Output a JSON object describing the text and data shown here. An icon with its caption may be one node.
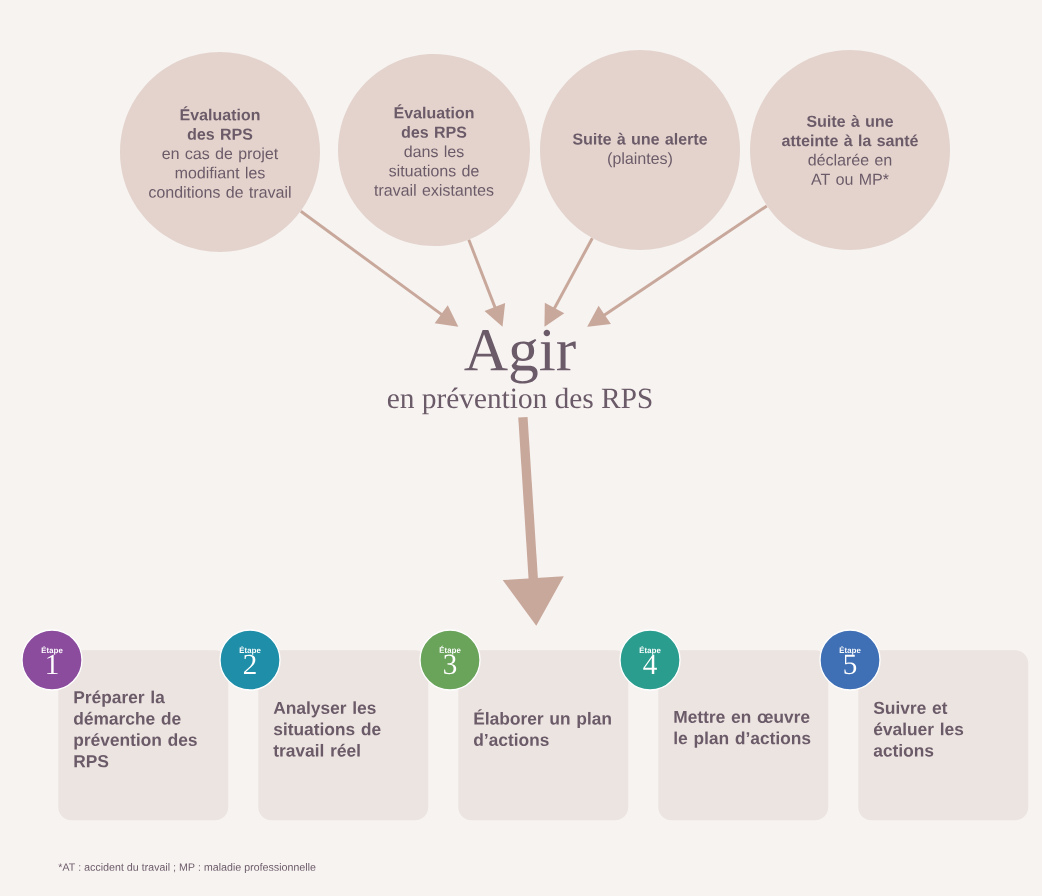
{
  "diagram": {
    "nodes": [
      {
        "text": [
          "Évaluation des RPS",
          "en cas de projet modifiant les conditions de travail"
        ]
      },
      {
        "text": [
          "Évaluation des RPS",
          "dans les situations de travail existantes"
        ]
      },
      {
        "text": [
          "Suite à une alerte",
          "(plaintes)"
        ]
      },
      {
        "text": [
          "Suite à une atteinte à la santé",
          "déclarée en AT ou MP*"
        ]
      },
      {
        "text": [
          "Agir",
          "en prévention des RPS"
        ]
      },
      {
        "text": [
          "Étape",
          "1"
        ]
      },
      {
        "text": [
          "Préparer la démarche de prévention des RPS"
        ]
      },
      {
        "text": [
          "Étape",
          "2"
        ]
      },
      {
        "text": [
          "Analyser les situations de travail réel"
        ]
      },
      {
        "text": [
          "Étape",
          "3"
        ]
      },
      {
        "text": [
          "Élaborer un plan d’actions"
        ]
      },
      {
        "text": [
          "Étape",
          "4"
        ]
      },
      {
        "text": [
          "Mettre en œuvre le plan d’actions"
        ]
      },
      {
        "text": [
          "Étape",
          "5"
        ]
      },
      {
        "text": [
          "Suivre et évaluer les actions"
        ]
      }
    ],
    "edges": [
      {
        "from": 0,
        "to": 4,
        "arrow": "to"
      },
      {
        "from": 1,
        "to": 4,
        "arrow": "to"
      },
      {
        "from": 2,
        "to": 4,
        "arrow": "to"
      },
      {
        "from": 3,
        "to": 4,
        "arrow": "to"
      },
      {
        "from": 4,
        "to": 10,
        "arrow": "to",
        "style": "thick"
      }
    ],
    "labels": [
      "*AT : accident du travail ; MP : maladie professionnelle"
    ]
  }
}
